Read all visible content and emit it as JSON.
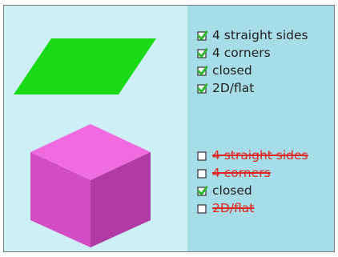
{
  "colors": {
    "left_bg": "#cdeff6",
    "right_bg": "#a6dde9",
    "parallelogram": "#1ad917",
    "cube_top": "#f06ae0",
    "cube_left": "#d24cc4",
    "cube_right": "#b03aa6",
    "check": "#2fb52d",
    "strike": "#e0261f"
  },
  "shape_1": {
    "icon": "parallelogram-icon",
    "properties": [
      {
        "label": "4 straight sides",
        "checked": true,
        "struck": false
      },
      {
        "label": "4 corners",
        "checked": true,
        "struck": false
      },
      {
        "label": "closed",
        "checked": true,
        "struck": false
      },
      {
        "label": "2D/flat",
        "checked": true,
        "struck": false
      }
    ]
  },
  "shape_2": {
    "icon": "cube-icon",
    "properties": [
      {
        "label": "4 straight sides",
        "checked": false,
        "struck": true
      },
      {
        "label": "4 corners",
        "checked": false,
        "struck": true
      },
      {
        "label": "closed",
        "checked": true,
        "struck": false
      },
      {
        "label": "2D/flat",
        "checked": false,
        "struck": true
      }
    ]
  }
}
